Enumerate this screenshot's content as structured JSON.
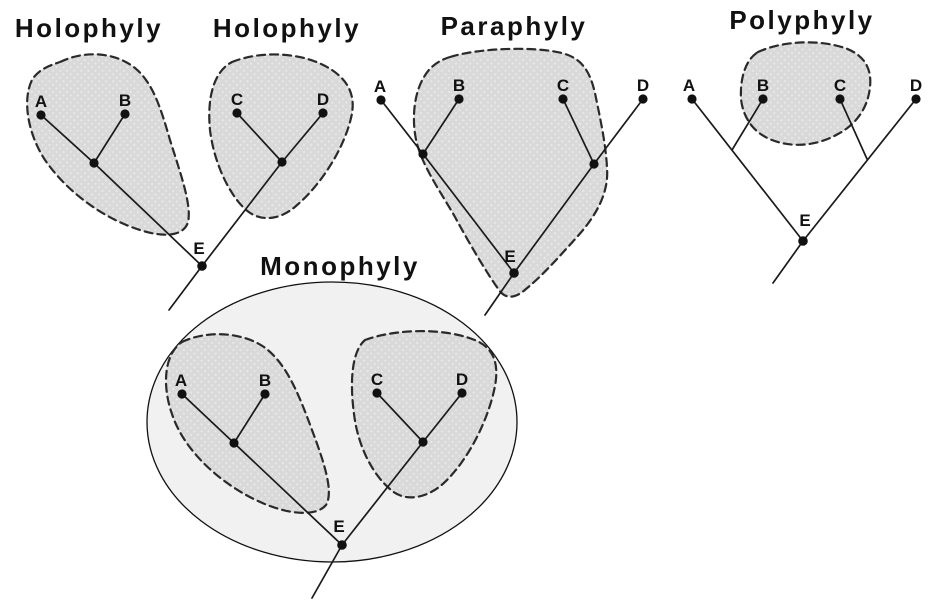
{
  "figure": {
    "type": "phylogenetic-tree-concept-diagram",
    "titles": {
      "holophyly_left": "Holophyly",
      "holophyly_right": "Holophyly",
      "paraphyly": "Paraphyly",
      "polyphyly": "Polyphyly",
      "monophyly": "Monophyly"
    },
    "trees": {
      "holophyly": {
        "tip_a": "A",
        "tip_b": "B",
        "tip_c": "C",
        "tip_d": "D",
        "ancestor": "E"
      },
      "paraphyly": {
        "tip_a": "A",
        "tip_b": "B",
        "tip_c": "C",
        "tip_d": "D",
        "ancestor": "E"
      },
      "polyphyly": {
        "tip_a": "A",
        "tip_b": "B",
        "tip_c": "C",
        "tip_d": "D",
        "ancestor": "E"
      },
      "monophyly": {
        "tip_a": "A",
        "tip_b": "B",
        "tip_c": "C",
        "tip_d": "D",
        "ancestor": "E"
      }
    },
    "colors": {
      "line": "#1a1a1a",
      "node": "#111111",
      "label": "#111111",
      "blob_fill_base": "#d9d9d9",
      "blob_stroke": "#2a2a2a",
      "ellipse_fill": "#f1f1f1",
      "ellipse_stroke": "#111111",
      "background": "#ffffff"
    }
  }
}
